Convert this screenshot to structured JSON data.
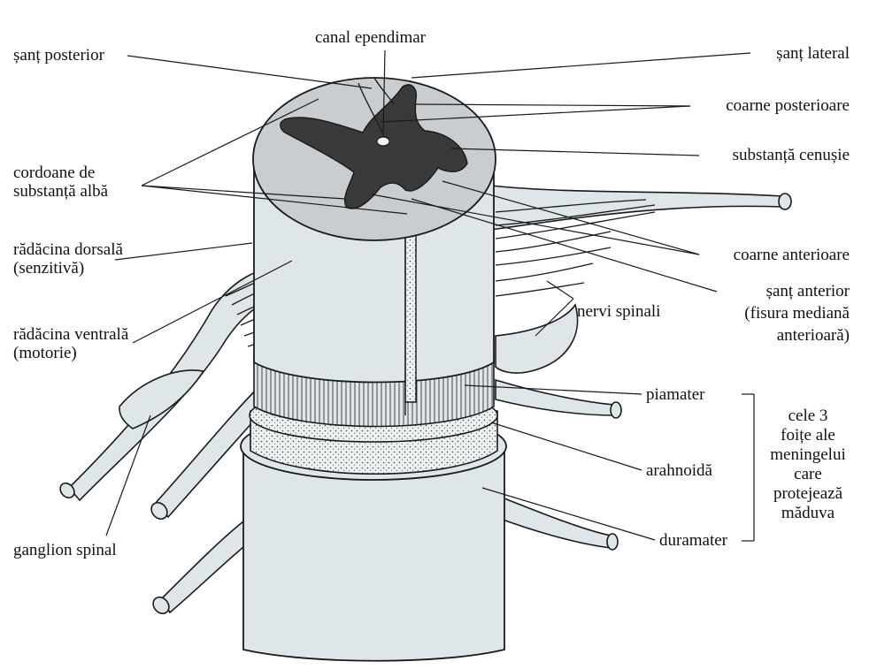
{
  "labels": {
    "sant_posterior": "șanț posterior",
    "canal_ependimar": "canal ependimar",
    "sant_lateral": "șanț lateral",
    "coarne_posterioare": "coarne posterioare",
    "cordoane_1": "cordoane de",
    "cordoane_2": "substanță albă",
    "substanta_cenusie": "substanță cenușie",
    "radacina_dorsala_1": "rădăcina dorsală",
    "radacina_dorsala_2": "(senzitivă)",
    "coarne_anterioare": "coarne anterioare",
    "sant_anterior_1": "șanț anterior",
    "sant_anterior_2": "(fisura mediană",
    "sant_anterior_3": "anterioară)",
    "radacina_ventrala_1": "rădăcina ventrală",
    "radacina_ventrala_2": "(motorie)",
    "nervi_spinali": "nervi spinali",
    "piamater": "piamater",
    "arahnoida": "arahnoidă",
    "duramater": "duramater",
    "meninges_1": "cele 3",
    "meninges_2": "foițe ale",
    "meninges_3": "meningelui",
    "meninges_4": "care",
    "meninges_5": "protejează",
    "meninges_6": "măduva",
    "ganglion_spinal": "ganglion spinal"
  },
  "colors": {
    "cord_fill": "#dfe6ea",
    "white_matter": "#c9cdd0",
    "grey_matter": "#3a3a3a",
    "outline": "#1a1a1a"
  }
}
